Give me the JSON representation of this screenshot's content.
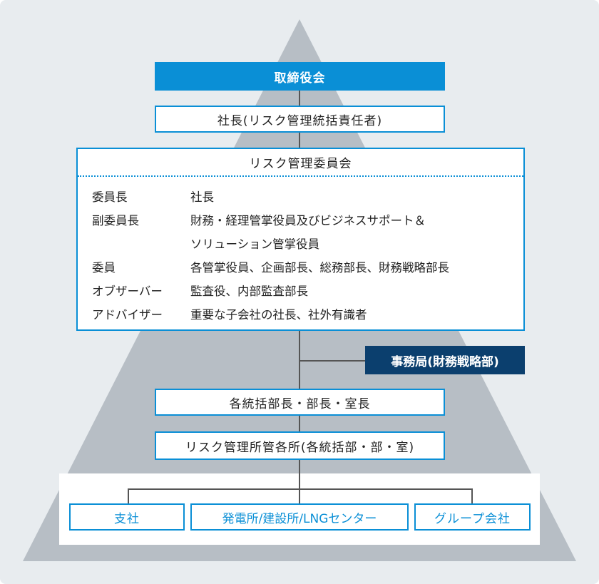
{
  "colors": {
    "background": "#e8ecef",
    "pyramid": "#b7bec5",
    "accent_blue": "#0a8fd6",
    "navy": "#0b3f6e",
    "connector": "#555555"
  },
  "board": {
    "label": "取締役会"
  },
  "president": {
    "label": "社長(リスク管理統括責任者)"
  },
  "committee": {
    "title": "リスク管理委員会",
    "rows": [
      {
        "role": "委員長",
        "members": "社長"
      },
      {
        "role": "副委員長",
        "members": "財務・経理管掌役員及びビジネスサポート＆"
      },
      {
        "role": "",
        "members": "ソリューション管掌役員"
      },
      {
        "role": "委員",
        "members": "各管掌役員、企画部長、総務部長、財務戦略部長"
      },
      {
        "role": "オブザーバー",
        "members": "監査役、内部監査部長"
      },
      {
        "role": "アドバイザー",
        "members": "重要な子会社の社長、社外有識者"
      }
    ]
  },
  "secretariat": {
    "label": "事務局(財務戦略部)"
  },
  "heads": {
    "label": "各統括部長・部長・室長"
  },
  "units": {
    "label": "リスク管理所管各所(各統括部・部・室)"
  },
  "branches": [
    {
      "label": "支社"
    },
    {
      "label": "発電所/建設所/LNGセンター"
    },
    {
      "label": "グループ会社"
    }
  ]
}
